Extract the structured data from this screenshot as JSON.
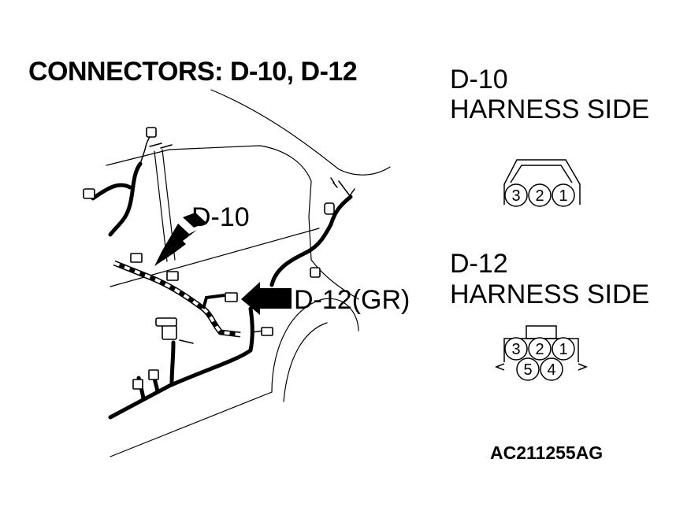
{
  "title": "CONNECTORS: D-10, D-12",
  "callouts": {
    "d10": "D-10",
    "d12": "D-12(GR)"
  },
  "connectors": [
    {
      "name": "D-10",
      "side": "HARNESS SIDE",
      "pins_top": [
        "3",
        "2",
        "1"
      ],
      "pins_bottom": []
    },
    {
      "name": "D-12",
      "side": "HARNESS SIDE",
      "pins_top": [
        "3",
        "2",
        "1"
      ],
      "pins_bottom": [
        "5",
        "4"
      ]
    }
  ],
  "figure_code": "AC211255AG"
}
